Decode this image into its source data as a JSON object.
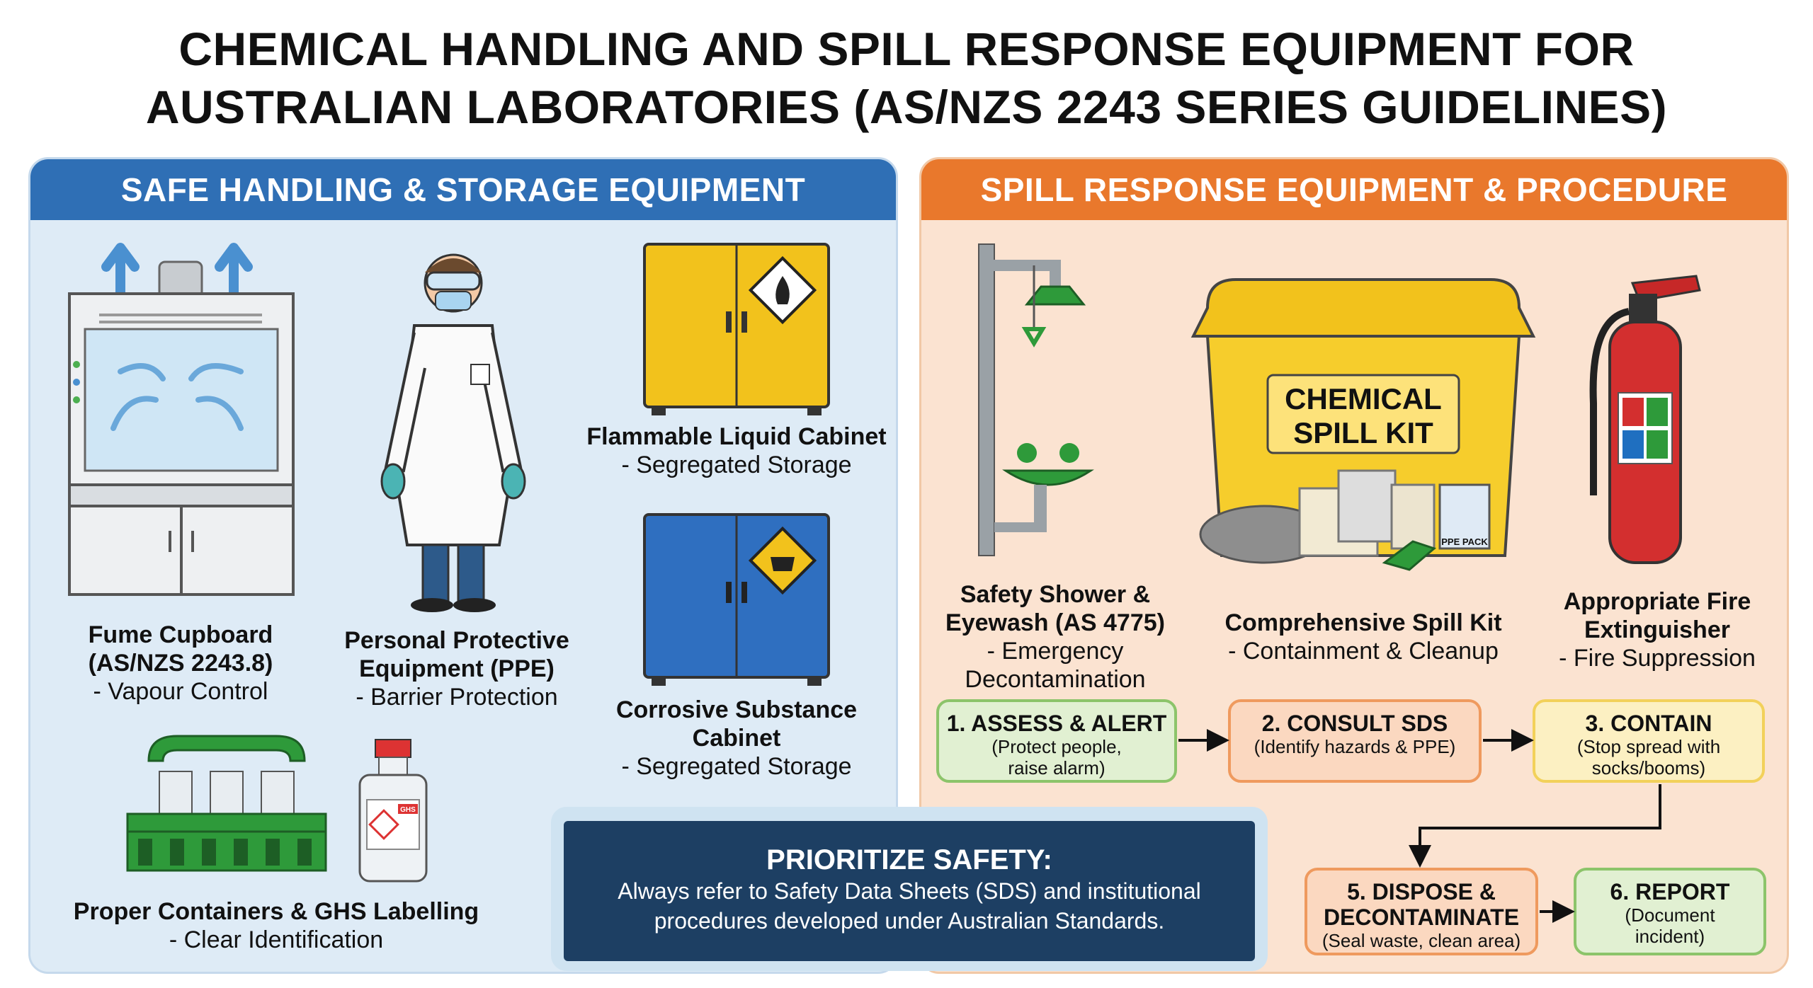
{
  "title": {
    "line1": "CHEMICAL HANDLING AND SPILL RESPONSE EQUIPMENT FOR",
    "line2": "AUSTRALIAN LABORATORIES (AS/NZS 2243 SERIES GUIDELINES)"
  },
  "left_panel": {
    "title": "SAFE HANDLING & STORAGE EQUIPMENT",
    "fume": {
      "name1": "Fume Cupboard",
      "name2": "(AS/NZS 2243.8)",
      "desc": "- Vapour Control"
    },
    "ppe": {
      "name1": "Personal Protective",
      "name2": "Equipment (PPE)",
      "desc": "- Barrier Protection"
    },
    "flammable": {
      "name": "Flammable Liquid Cabinet",
      "desc": "- Segregated Storage"
    },
    "corrosive": {
      "name1": "Corrosive Substance",
      "name2": "Cabinet",
      "desc": "- Segregated Storage"
    },
    "containers": {
      "name": "Proper Containers & GHS Labelling",
      "desc": "- Clear Identification",
      "bottle_label": "GHS"
    }
  },
  "right_panel": {
    "title": "SPILL RESPONSE EQUIPMENT & PROCEDURE",
    "shower": {
      "name1": "Safety Shower &",
      "name2": "Eyewash (AS 4775)",
      "desc1": "- Emergency",
      "desc2": "Decontamination"
    },
    "spill_kit": {
      "name": "Comprehensive Spill Kit",
      "desc": "- Containment & Cleanup",
      "bin_label1": "CHEMICAL",
      "bin_label2": "SPILL KIT",
      "ppe_pack": "PPE PACK"
    },
    "extinguisher": {
      "name1": "Appropriate Fire",
      "name2": "Extinguisher",
      "desc": "- Fire Suppression"
    },
    "steps": [
      {
        "title": "1. ASSESS & ALERT",
        "sub1": "(Protect people,",
        "sub2": "raise alarm)"
      },
      {
        "title": "2. CONSULT SDS",
        "sub1": "(Identify hazards & PPE)",
        "sub2": ""
      },
      {
        "title": "3. CONTAIN",
        "sub1": "(Stop spread with",
        "sub2": "socks/booms)"
      },
      {
        "title1": "5. DISPOSE &",
        "title2": "DECONTAMINATE",
        "sub1": "(Seal waste, clean area)"
      },
      {
        "title": "6. REPORT",
        "sub1": "(Document",
        "sub2": "incident)"
      }
    ]
  },
  "safety_note": {
    "heading": "PRIORITIZE SAFETY:",
    "line1": "Always refer to Safety Data Sheets (SDS) and institutional",
    "line2": "procedures developed under Australian Standards."
  },
  "colors": {
    "left_header": "#2f6fb5",
    "left_bg": "#deebf6",
    "right_header": "#e9782c",
    "right_bg": "#fbe3d1",
    "note_bg": "#1d3f63"
  }
}
